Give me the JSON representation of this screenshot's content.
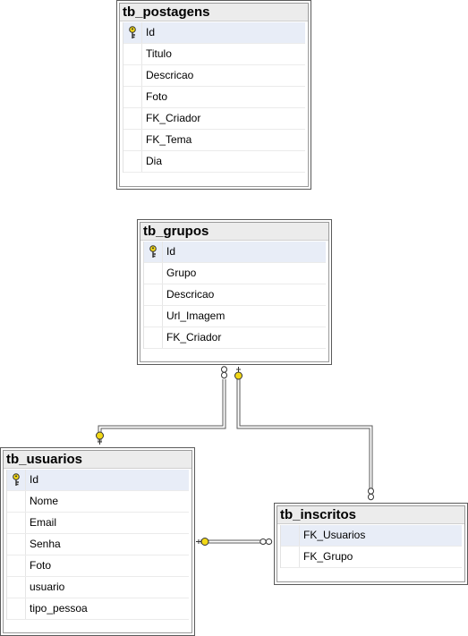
{
  "tables": {
    "postagens": {
      "name": "tb_postagens",
      "columns": [
        "Id",
        "Titulo",
        "Descricao",
        "Foto",
        "FK_Criador",
        "FK_Tema",
        "Dia"
      ]
    },
    "grupos": {
      "name": "tb_grupos",
      "columns": [
        "Id",
        "Grupo",
        "Descricao",
        "Url_Imagem",
        "FK_Criador"
      ]
    },
    "usuarios": {
      "name": "tb_usuarios",
      "columns": [
        "Id",
        "Nome",
        "Email",
        "Senha",
        "Foto",
        "usuario",
        "tipo_pessoa"
      ]
    },
    "inscritos": {
      "name": "tb_inscritos",
      "columns": [
        "FK_Usuarios",
        "FK_Grupo"
      ]
    }
  },
  "primary_keys": {
    "postagens": "Id",
    "grupos": "Id",
    "usuarios": "Id"
  },
  "colors": {
    "key_icon": "#f2d816",
    "title_bar": "#ececec",
    "relationship_line": "#5a5a5a"
  },
  "relationships": [
    {
      "from": "tb_grupos",
      "to": "tb_usuarios",
      "one_end": "tb_usuarios",
      "many_end": "tb_grupos"
    },
    {
      "from": "tb_grupos",
      "to": "tb_inscritos",
      "one_end": "tb_grupos",
      "many_end": "tb_inscritos"
    },
    {
      "from": "tb_usuarios",
      "to": "tb_inscritos",
      "one_end": "tb_usuarios",
      "many_end": "tb_inscritos"
    }
  ]
}
